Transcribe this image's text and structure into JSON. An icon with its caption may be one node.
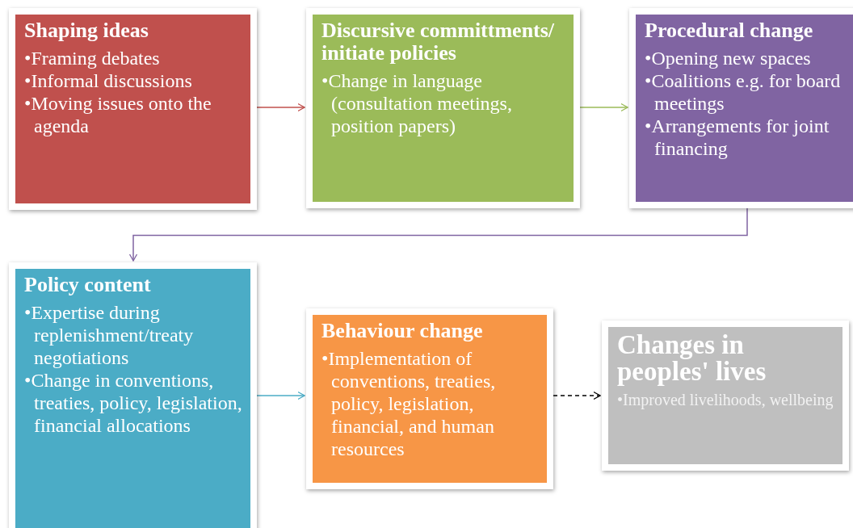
{
  "diagram": {
    "nodes": [
      {
        "text": [
          "Shaping ideas",
          "•Framing debates",
          "•Informal discussions",
          "•Moving issues onto the agenda"
        ]
      },
      {
        "text": [
          "Discursive committments/ initiate policies",
          "•Change in language (consultation meetings, position papers)"
        ]
      },
      {
        "text": [
          "Procedural change",
          "•Opening new spaces",
          "•Coalitions e.g. for board meetings",
          "•Arrangements for joint financing"
        ]
      },
      {
        "text": [
          "Policy content",
          "•Expertise during replenishment/treaty negotiations",
          "•Change in conventions, treaties, policy, legislation, financial allocations"
        ]
      },
      {
        "text": [
          "Behaviour change",
          "•Implementation of conventions, treaties, policy, legislation, financial, and human resources"
        ]
      },
      {
        "text": [
          "Changes in peoples' lives",
          "•Improved livelihoods, wellbeing"
        ]
      }
    ],
    "edges": [
      {
        "from": 0,
        "to": 1,
        "arrow": "to",
        "color": "#c0504d"
      },
      {
        "from": 1,
        "to": 2,
        "arrow": "to",
        "color": "#9bbb59"
      },
      {
        "from": 2,
        "to": 3,
        "arrow": "to",
        "color": "#8064a2"
      },
      {
        "from": 3,
        "to": 4,
        "arrow": "to",
        "color": "#4bacc6"
      },
      {
        "from": 4,
        "to": 5,
        "arrow": "to",
        "style": "dashed",
        "color": "#000000"
      }
    ]
  }
}
